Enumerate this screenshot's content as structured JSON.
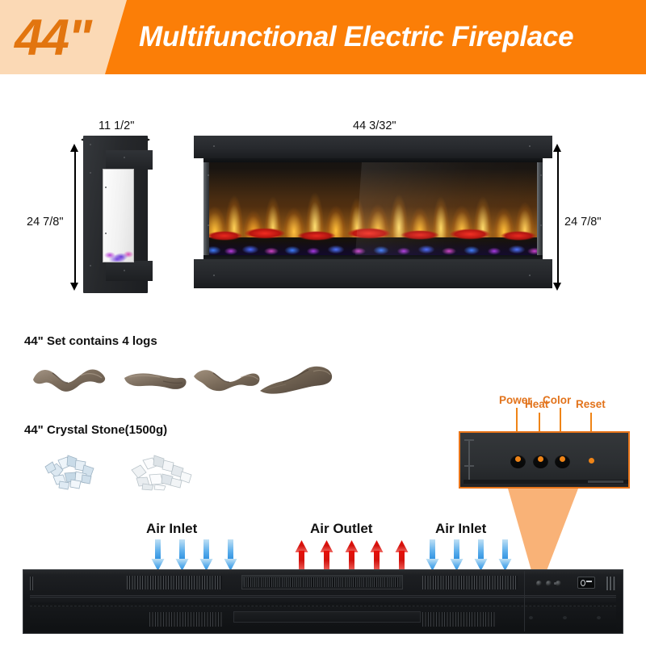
{
  "header": {
    "size_badge": "44\"",
    "title": "Multifunctional Electric Fireplace",
    "bg_color": "#fb7e07",
    "badge_bg_color": "#fbd9b5",
    "badge_text_color": "#e2750f"
  },
  "dimensions": {
    "side_depth": "11 1/2\"",
    "side_height": "24 7/8\"",
    "front_width": "44 3/32\"",
    "front_height": "24 7/8\""
  },
  "accessories": {
    "logs_title": "44\" Set contains 4 logs",
    "logs_count": 4,
    "crystal_title": "44\" Crystal Stone(1500g)",
    "crystal_weight": "1500g",
    "crystal_pile_count": 2
  },
  "control_panel": {
    "labels": [
      "Power",
      "Color",
      "Heat",
      "Reset"
    ],
    "accent_color": "#e2731b",
    "button_count": 3,
    "has_reset_pinhole": true
  },
  "airflow": {
    "inlet_left_label": "Air Inlet",
    "outlet_label": "Air Outlet",
    "inlet_right_label": "Air Inlet",
    "inlet_arrow_color": "#3c9ee8",
    "outlet_arrow_color": "#e01b12",
    "inlet_left_arrows": 4,
    "outlet_arrows": 5,
    "inlet_right_arrows": 4
  }
}
